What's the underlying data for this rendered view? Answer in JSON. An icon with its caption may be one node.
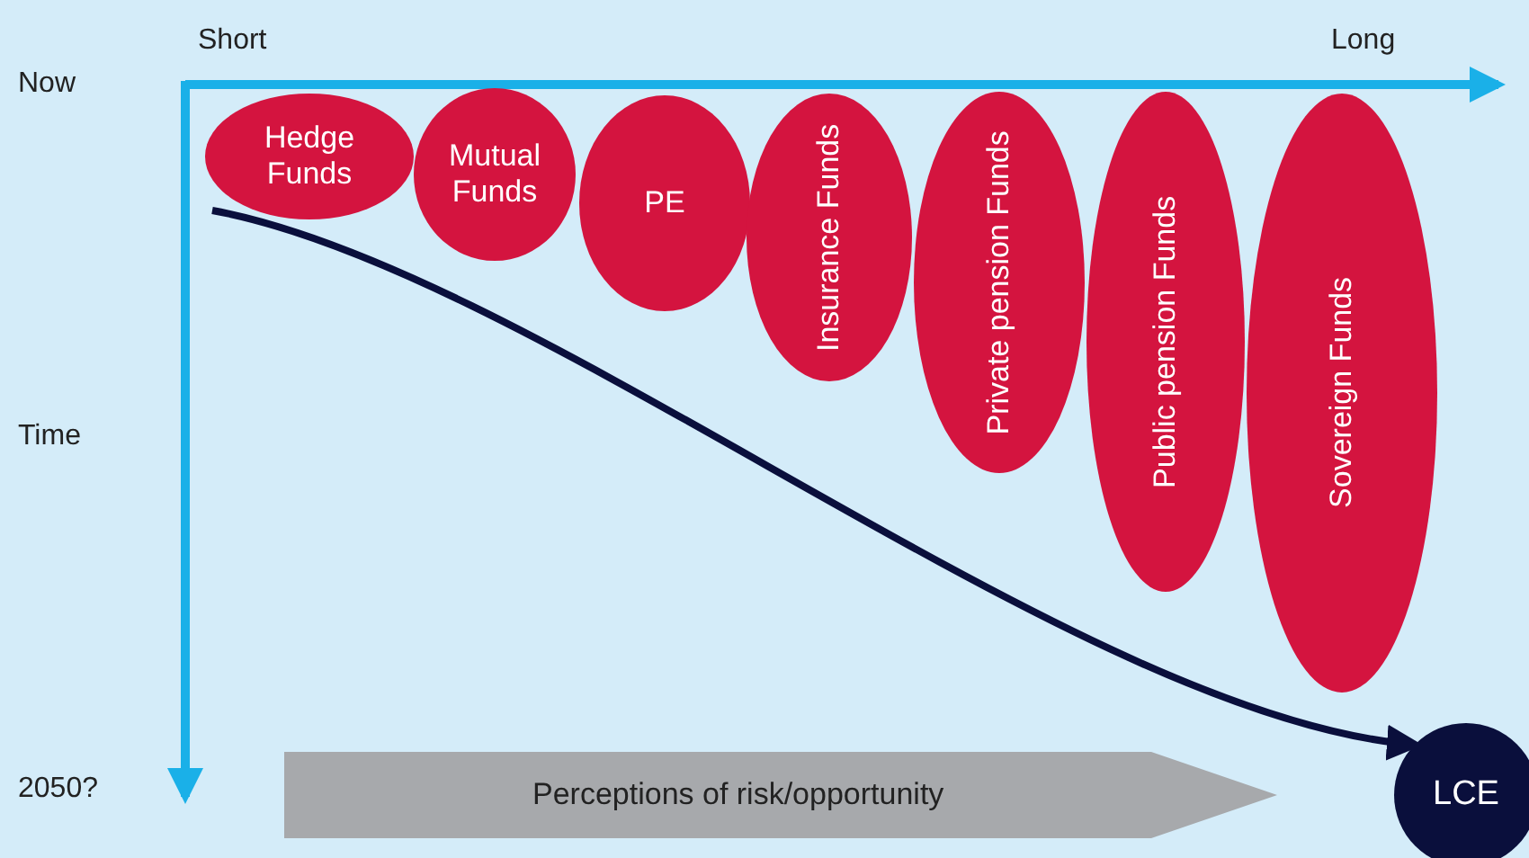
{
  "diagram": {
    "nodes": [
      {
        "text": [
          "Hedge Funds"
        ]
      },
      {
        "text": [
          "Mutual Funds"
        ]
      },
      {
        "text": [
          "PE"
        ]
      },
      {
        "text": [
          "Insurance Funds"
        ]
      },
      {
        "text": [
          "Private pension Funds"
        ]
      },
      {
        "text": [
          "Public pension Funds"
        ]
      },
      {
        "text": [
          "Sovereign Funds"
        ]
      },
      {
        "text": [
          "Perceptions of risk/opportunity"
        ]
      },
      {
        "text": [
          "LCE"
        ]
      }
    ],
    "edges": [
      {
        "from": 0,
        "to": 8,
        "arrow": "to"
      }
    ],
    "labels": [
      "Short",
      "Long",
      "Now",
      "Time",
      "2050?"
    ]
  }
}
